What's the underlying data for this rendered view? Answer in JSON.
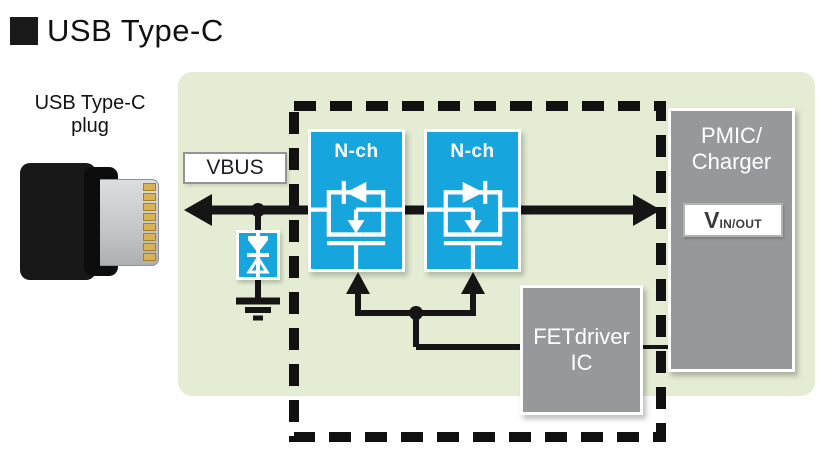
{
  "title": {
    "text": "USB Type-C"
  },
  "plug": {
    "label_line1": "USB Type-C",
    "label_line2": "plug"
  },
  "vbus_label": "VBUS",
  "fet_left": {
    "label": "N-ch"
  },
  "fet_right": {
    "label": "N-ch"
  },
  "fet_driver": {
    "line1": "FETdriver",
    "line2": "IC"
  },
  "pmic": {
    "line1": "PMIC/",
    "line2": "Charger",
    "vinout": {
      "main": "V",
      "sub": "IN/OUT"
    }
  },
  "colors": {
    "panel_green": "#e4edd3",
    "accent_cyan": "#16a6dd",
    "box_gray": "#96989b",
    "wire_black": "#151515"
  }
}
